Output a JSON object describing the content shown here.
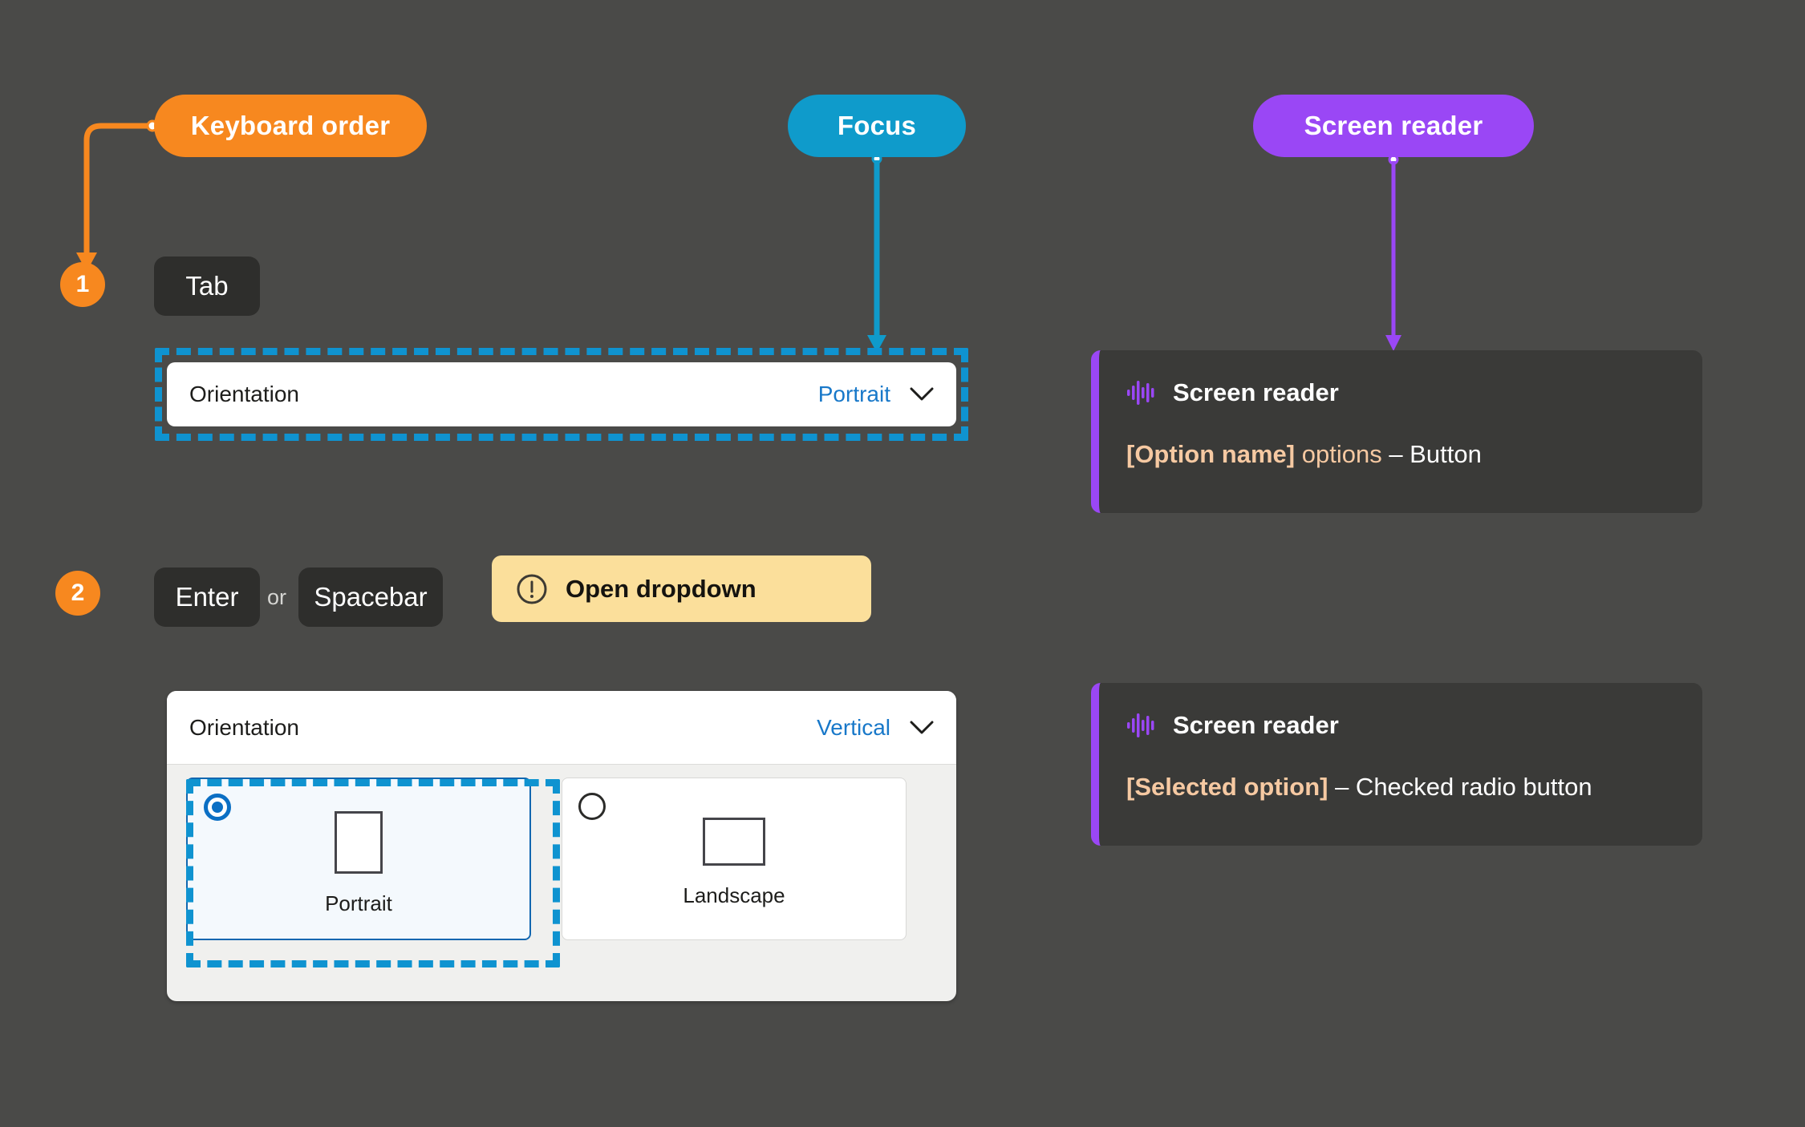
{
  "legend": {
    "keyboard_order": "Keyboard order",
    "focus": "Focus",
    "screen_reader": "Screen reader"
  },
  "colors": {
    "background": "#4a4a48",
    "keyboard_accent": "#f7881f",
    "focus_accent": "#0f9bcb",
    "screen_reader_accent": "#9a47f5",
    "callout_bg": "#fbdf9b",
    "link_blue": "#1878c9",
    "radio_blue": "#0b6fc4",
    "sr_highlight": "#f6c9a2"
  },
  "steps": [
    {
      "number": "1",
      "keys": [
        "Tab"
      ],
      "conjunction": "",
      "callout": null
    },
    {
      "number": "2",
      "keys": [
        "Enter",
        "Spacebar"
      ],
      "conjunction": "or",
      "callout": {
        "icon": "alert-circle-icon",
        "label": "Open dropdown"
      }
    }
  ],
  "select_closed": {
    "label": "Orientation",
    "value": "Portrait",
    "chevron": "chevron-down-icon",
    "focused": true
  },
  "dropdown_open": {
    "header": {
      "label": "Orientation",
      "value": "Vertical",
      "chevron": "chevron-down-icon"
    },
    "options": [
      {
        "label": "Portrait",
        "icon": "document-portrait-icon",
        "checked": true,
        "focused": true
      },
      {
        "label": "Landscape",
        "icon": "document-landscape-icon",
        "checked": false,
        "focused": false
      }
    ]
  },
  "screen_reader_panels": [
    {
      "icon": "sound-wave-icon",
      "title": "Screen reader",
      "message_strong": "[Option name]",
      "message_soft": "options",
      "message_rest": "– Button"
    },
    {
      "icon": "sound-wave-icon",
      "title": "Screen reader",
      "message_strong": "[Selected option]",
      "message_soft": "",
      "message_rest": "– Checked radio button"
    }
  ]
}
